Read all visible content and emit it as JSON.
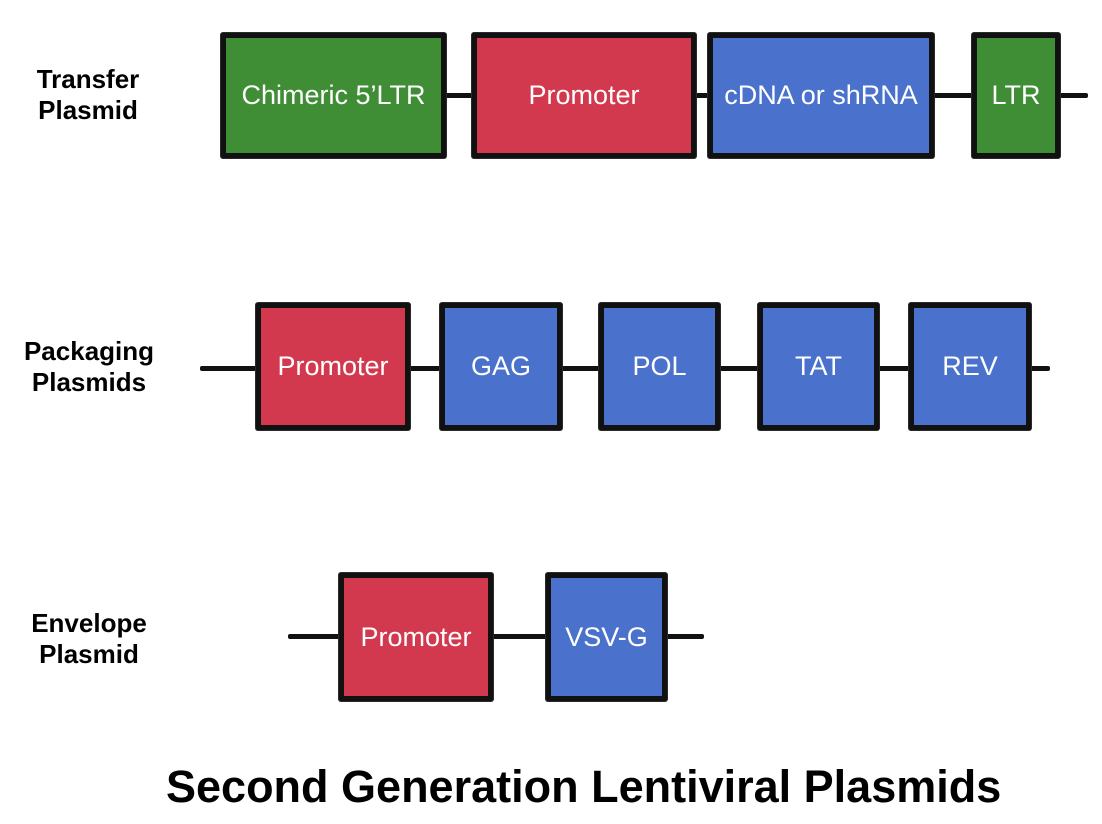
{
  "title": "Second Generation Lentiviral Plasmids",
  "colors": {
    "green": "#3f8d34",
    "red": "#d2394e",
    "blue": "#4a72cd",
    "outline": "#111111"
  },
  "rows": [
    {
      "label_lines": [
        "Transfer",
        "Plasmid"
      ],
      "elements": [
        {
          "label": "Chimeric 5’LTR",
          "color": "green"
        },
        {
          "label": "Promoter",
          "color": "red"
        },
        {
          "label": "cDNA or shRNA",
          "color": "blue"
        },
        {
          "label": "LTR",
          "color": "green"
        }
      ]
    },
    {
      "label_lines": [
        "Packaging",
        "Plasmids"
      ],
      "elements": [
        {
          "label": "Promoter",
          "color": "red"
        },
        {
          "label": "GAG",
          "color": "blue"
        },
        {
          "label": "POL",
          "color": "blue"
        },
        {
          "label": "TAT",
          "color": "blue"
        },
        {
          "label": "REV",
          "color": "blue"
        }
      ]
    },
    {
      "label_lines": [
        "Envelope",
        "Plasmid"
      ],
      "elements": [
        {
          "label": "Promoter",
          "color": "red"
        },
        {
          "label": "VSV-G",
          "color": "blue"
        }
      ]
    }
  ]
}
